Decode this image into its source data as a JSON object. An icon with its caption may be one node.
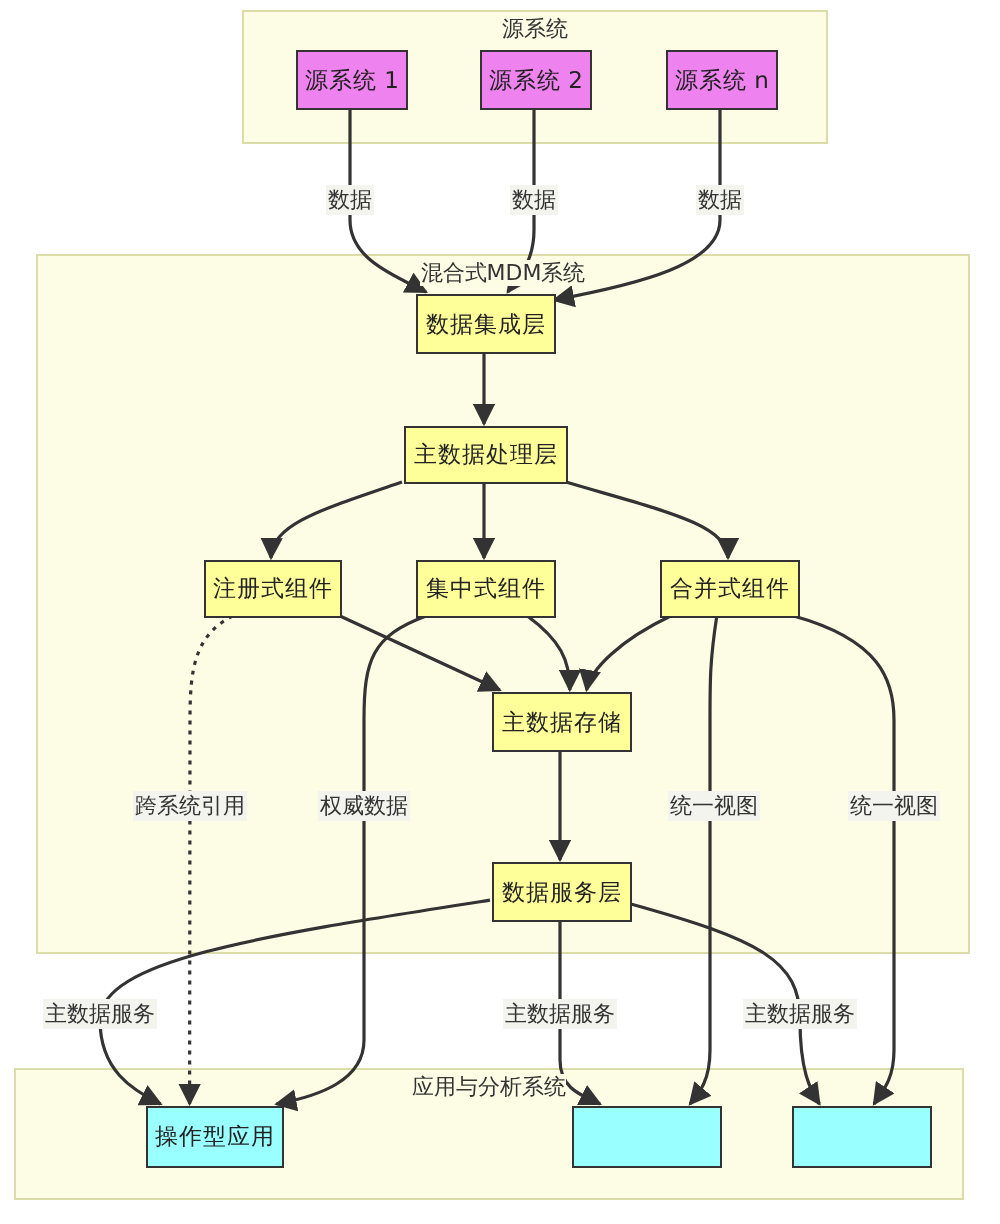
{
  "diagram": {
    "nodes": [
      {
        "text": [
          "源系统"
        ]
      },
      {
        "text": [
          "源系统 1"
        ],
        "in": 0
      },
      {
        "text": [
          "源系统 2"
        ],
        "in": 0
      },
      {
        "text": [
          "源系统 n"
        ],
        "in": 0
      },
      {
        "text": [
          "混合式MDM系统"
        ]
      },
      {
        "text": [
          "数据集成层"
        ],
        "in": 4
      },
      {
        "text": [
          "主数据处理层"
        ],
        "in": 4
      },
      {
        "text": [
          "注册式组件"
        ],
        "in": 4
      },
      {
        "text": [
          "集中式组件"
        ],
        "in": 4
      },
      {
        "text": [
          "合并式组件"
        ],
        "in": 4
      },
      {
        "text": [
          "主数据存储"
        ],
        "in": 4
      },
      {
        "text": [
          "数据服务层"
        ],
        "in": 4
      },
      {
        "text": [
          "应用与分析系统"
        ]
      },
      {
        "text": [
          "操作型应用"
        ],
        "in": 12
      },
      {
        "text": [],
        "shape": "box",
        "in": 12
      },
      {
        "text": [],
        "shape": "box",
        "in": 12
      }
    ],
    "edges": [
      {
        "from": 1,
        "to": 5,
        "arrow": "to",
        "label": "数据"
      },
      {
        "from": 2,
        "to": 5,
        "arrow": "to",
        "label": "数据"
      },
      {
        "from": 3,
        "to": 5,
        "arrow": "to",
        "label": "数据"
      },
      {
        "from": 5,
        "to": 6,
        "arrow": "to"
      },
      {
        "from": 6,
        "to": 7,
        "arrow": "to"
      },
      {
        "from": 6,
        "to": 8,
        "arrow": "to"
      },
      {
        "from": 6,
        "to": 9,
        "arrow": "to"
      },
      {
        "from": 7,
        "to": 10,
        "arrow": "to"
      },
      {
        "from": 8,
        "to": 10,
        "arrow": "to"
      },
      {
        "from": 9,
        "to": 10,
        "arrow": "to"
      },
      {
        "from": 10,
        "to": 11,
        "arrow": "to"
      },
      {
        "from": 7,
        "to": 13,
        "arrow": "to",
        "label": "跨系统引用",
        "style": "dashed"
      },
      {
        "from": 8,
        "to": 13,
        "arrow": "to",
        "label": "权威数据"
      },
      {
        "from": 9,
        "to": 14,
        "arrow": "to",
        "label": "统一视图"
      },
      {
        "from": 9,
        "to": 15,
        "arrow": "to",
        "label": "统一视图"
      },
      {
        "from": 11,
        "to": 13,
        "arrow": "to",
        "label": "主数据服务"
      },
      {
        "from": 11,
        "to": 14,
        "arrow": "to",
        "label": "主数据服务"
      },
      {
        "from": 11,
        "to": 15,
        "arrow": "to",
        "label": "主数据服务"
      }
    ]
  }
}
